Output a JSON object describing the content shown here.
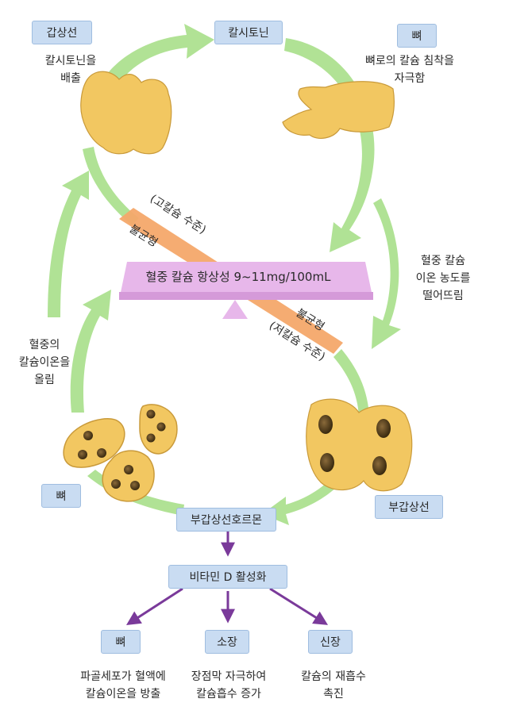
{
  "nodes": {
    "thyroid": "갑상선",
    "calcitonin": "칼시토닌",
    "bone_top": "뼈",
    "bone_left": "뼈",
    "parathyroid": "부갑상선",
    "pth": "부갑상선호르몬",
    "vitd": "비타민 D 활성화",
    "bone_bottom": "뼈",
    "intestine": "소장",
    "kidney": "신장"
  },
  "labels": {
    "thyroid_action": "칼시토닌을\n배출",
    "bone_action": "뼈로의 칼슘 침착을\n자극함",
    "lower_action": "혈중 칼슘\n이온 농도를\n떨어뜨림",
    "raise_action": "혈중의\n칼슘이온을\n올림",
    "bone_effect": "파골세포가 혈액에\n칼슘이온을 방출",
    "intestine_effect": "장점막 자극하여\n칼슘흡수 증가",
    "kidney_effect": "칼슘의 재흡수\n촉진"
  },
  "balance": {
    "center": "혈중 칼슘 항상성 9~11mg/100mL",
    "high_level": "(고칼슘 수준)",
    "high_imbalance": "불균형",
    "low_imbalance": "불균형",
    "low_level": "(저칼슘 수준)"
  },
  "colors": {
    "box_fill": "#c9dcf2",
    "arrow_green": "#a8df8a",
    "beam_purple": "#e7b7ea",
    "band_orange": "#f4a86a",
    "tissue_yellow": "#f2c761",
    "arrow_purple": "#7a3a9a"
  }
}
